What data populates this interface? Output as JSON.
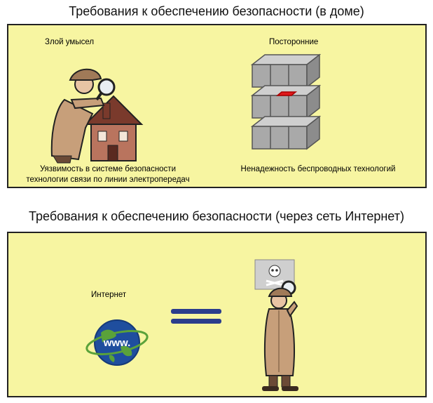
{
  "home_section": {
    "title": "Требования к обеспечению безопасности (в доме)",
    "malicious_label": "Злой умысел",
    "outsiders_label": "Посторонние",
    "vulnerability_caption_line1": "Уязвимость в системе безопасности",
    "vulnerability_caption_line2": "технологии связи по линии электропередач",
    "wireless_caption": "Ненадежность беспроводных технологий"
  },
  "internet_section": {
    "title": "Требования к обеспечению безопасности (через сеть Интернет)",
    "internet_label": "Интернет",
    "globe_text": "www."
  },
  "colors": {
    "panel_fill": "#f7f5a1",
    "panel_border": "#222222",
    "cube_grey": "#a9a9a9",
    "cube_highlight": "#e0191c",
    "equals_blue": "#2b3d8c",
    "globe_blue": "#1f4e9e",
    "globe_green": "#5aa23a",
    "house_wall": "#b9745e"
  }
}
